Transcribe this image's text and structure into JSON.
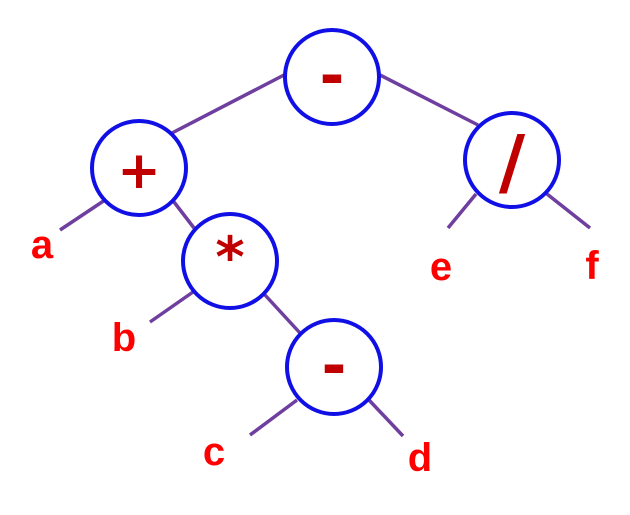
{
  "tree": {
    "operators": {
      "root": "-",
      "left": "+",
      "right": "/",
      "mul": "*",
      "sub": "-"
    },
    "leaves": {
      "a": "a",
      "b": "b",
      "c": "c",
      "d": "d",
      "e": "e",
      "f": "f"
    },
    "colors": {
      "edge": "#6f3fa0",
      "node_border": "#1010e6",
      "operator_text": "#c00000",
      "leaf_text": "#ff0000"
    }
  }
}
